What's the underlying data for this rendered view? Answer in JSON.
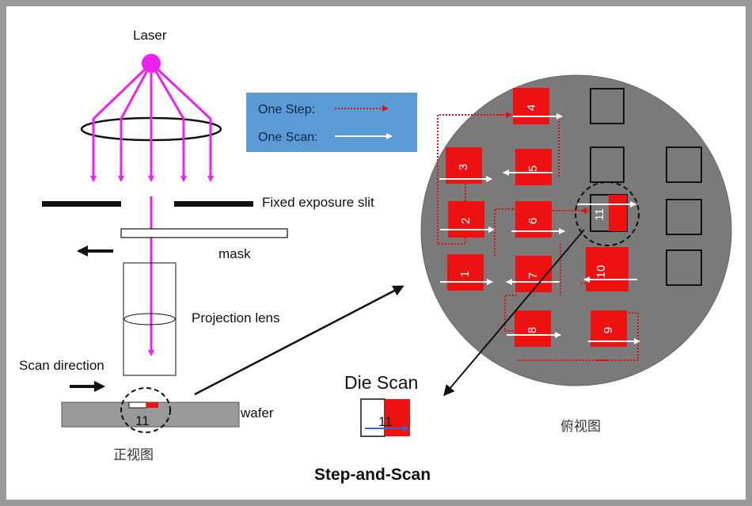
{
  "side_view": {
    "laser_label": "Laser",
    "slit_label": "Fixed exposure slit",
    "mask_label": "mask",
    "lens_label": "Projection lens",
    "scan_direction_label": "Scan direction",
    "wafer_label": "wafer",
    "die_number": "11",
    "caption": "正视图"
  },
  "legend": {
    "step_label": "One Step:",
    "scan_label": "One Scan:"
  },
  "die_scan": {
    "label": "Die Scan",
    "die_number": "11"
  },
  "top_view": {
    "caption": "俯视图",
    "exposed_dies": [
      "1",
      "2",
      "3",
      "4",
      "5",
      "6",
      "7",
      "8",
      "9",
      "10"
    ],
    "current_die": "11"
  },
  "title": "Step-and-Scan",
  "colors": {
    "laser": "#ee22ee",
    "die": "#ee1111",
    "wafer_top": "#7a7a7a",
    "legend_bg": "#5b9bd5",
    "step_arrow": "#dd1111",
    "scan_arrow": "#ffffff"
  }
}
